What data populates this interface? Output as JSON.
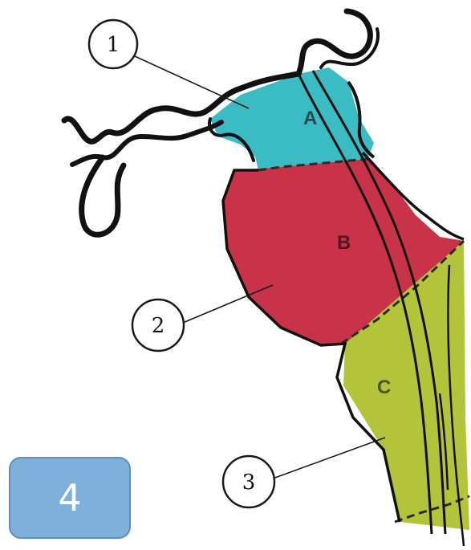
{
  "regions": [
    {
      "letter": "A",
      "color": "#3bbcc4"
    },
    {
      "letter": "B",
      "color": "#c8334a"
    },
    {
      "letter": "C",
      "color": "#b3c43a"
    }
  ],
  "callouts": [
    "1",
    "2",
    "3"
  ],
  "badge": {
    "label": "4",
    "color": "#7fb0d9",
    "text_color": "#ffffff"
  },
  "outline_color": "#111111"
}
